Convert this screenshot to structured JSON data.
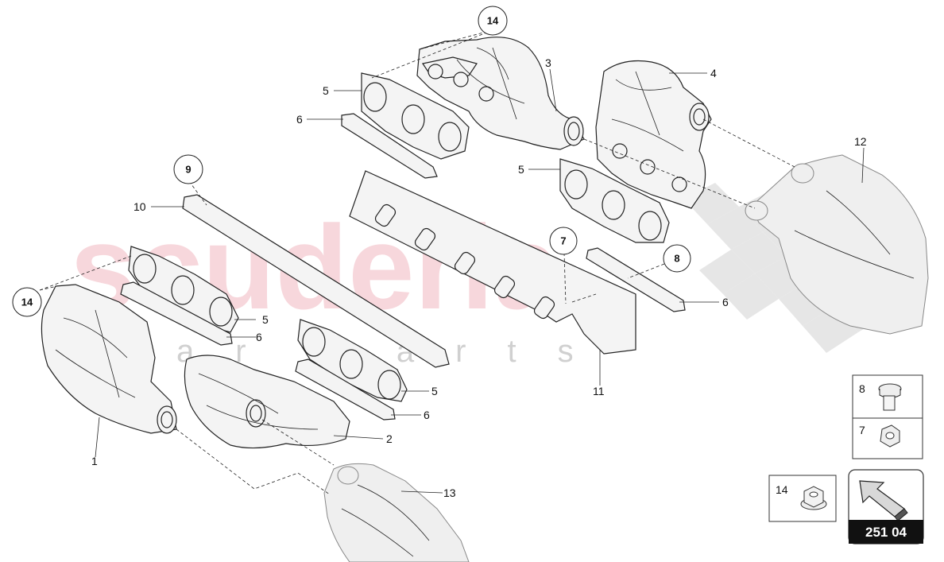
{
  "watermark": {
    "brand": "scuderia",
    "sub": "car parts"
  },
  "callouts": {
    "c1": "1",
    "c2": "2",
    "c3": "3",
    "c4": "4",
    "c5a": "5",
    "c5b": "5",
    "c5c": "5",
    "c5d": "5",
    "c6a": "6",
    "c6b": "6",
    "c6c": "6",
    "c6d": "6",
    "c7": "7",
    "c8": "8",
    "c9": "9",
    "c10": "10",
    "c11": "11",
    "c12": "12",
    "c13": "13",
    "c14a": "14",
    "c14b": "14"
  },
  "legend": {
    "item8": "8",
    "item7": "7",
    "item14": "14"
  },
  "page_ref": {
    "code": "251 04"
  },
  "colors": {
    "watermark": "#f2b8c0",
    "checker": "#e4e4e4",
    "ink": "#222222"
  },
  "icons": [
    "bolt-icon",
    "nut-icon",
    "flange-nut-icon",
    "arrow-icon"
  ]
}
